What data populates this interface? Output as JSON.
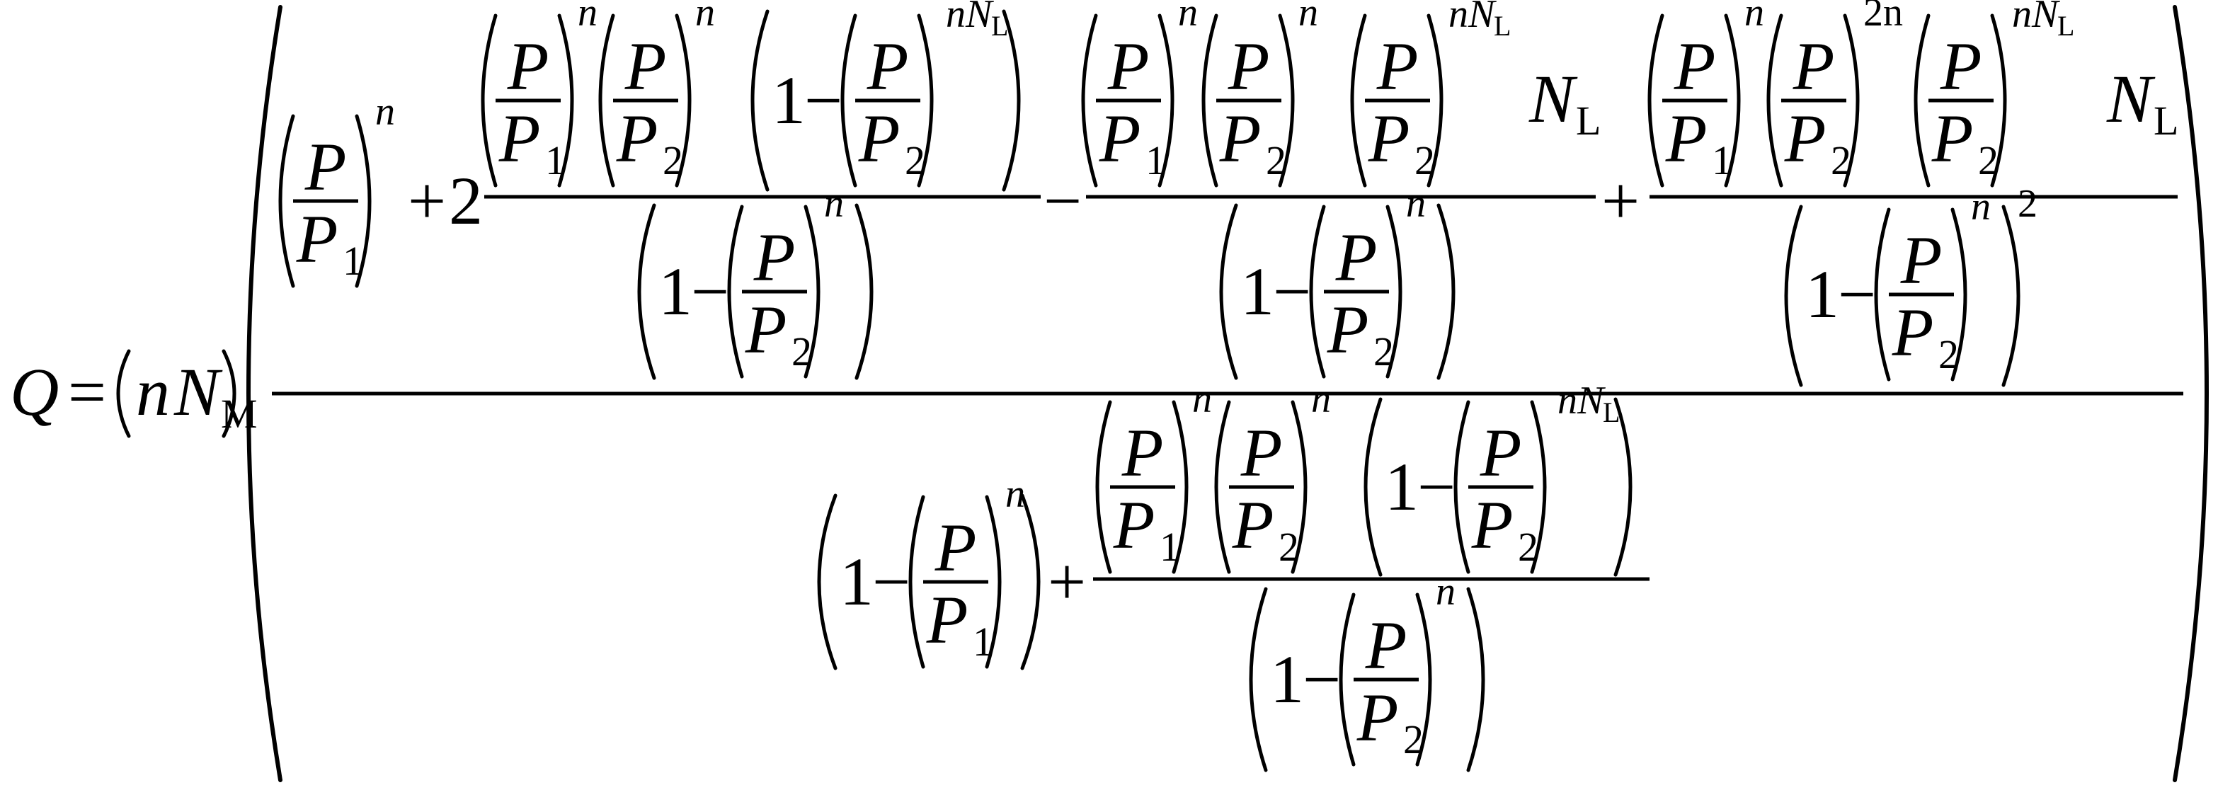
{
  "formula": {
    "Q": "Q",
    "eq": "=",
    "n": "n",
    "N": "N",
    "M": "M",
    "L": "L",
    "P": "P",
    "sub1": "1",
    "sub2": "2",
    "one": "1",
    "two": "2",
    "minus": "−",
    "plus": "+",
    "exp_2n": "2n",
    "exp_sq": "2"
  }
}
